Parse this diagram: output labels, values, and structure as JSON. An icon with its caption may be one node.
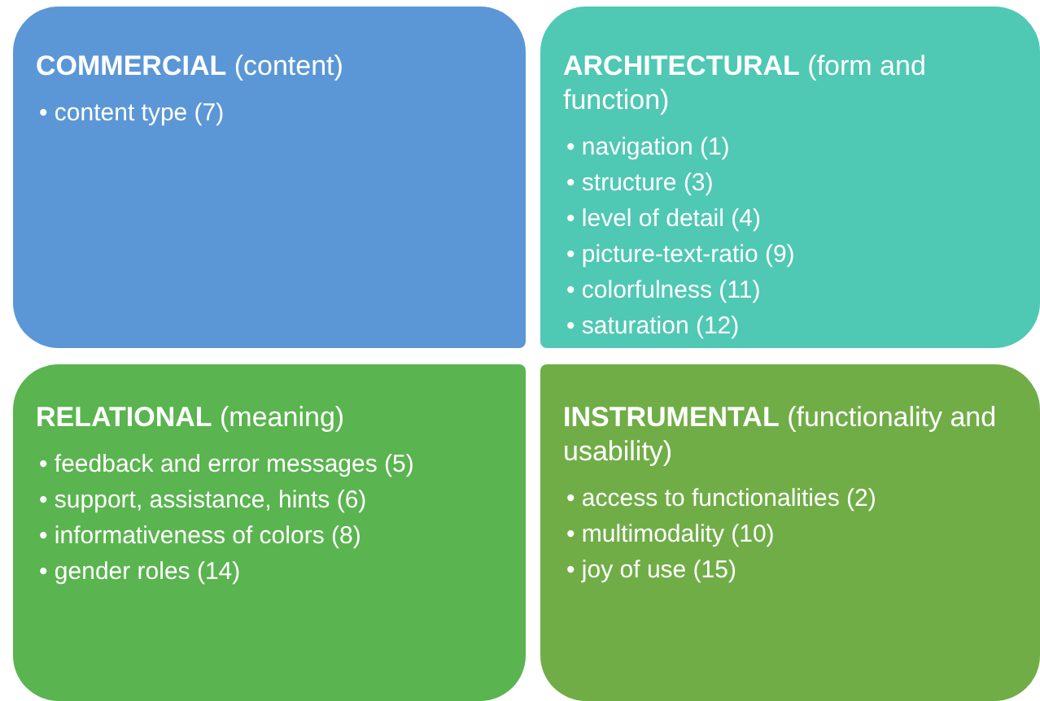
{
  "diagram": {
    "nodes": [
      {
        "text": [
          "**COMMERCIAL** (content)",
          "• content type (7)"
        ]
      },
      {
        "text": [
          "**ARCHITECTURAL** (form and function)",
          "• navigation (1)",
          "• structure (3)",
          "• level of detail (4)",
          "• picture-text-ratio (9)",
          "• colorfulness (11)",
          "• saturation (12)"
        ]
      },
      {
        "text": [
          "**RELATIONAL** (meaning)",
          "• feedback and error messages (5)",
          "• support, assistance, hints (6)",
          "• informativeness of colors (8)",
          "• gender roles (14)"
        ]
      },
      {
        "text": [
          "**INSTRUMENTAL** (functionality and usability)",
          "• access to functionalities (2)",
          "• multimodality (10)",
          "• joy of use (15)"
        ]
      }
    ]
  }
}
